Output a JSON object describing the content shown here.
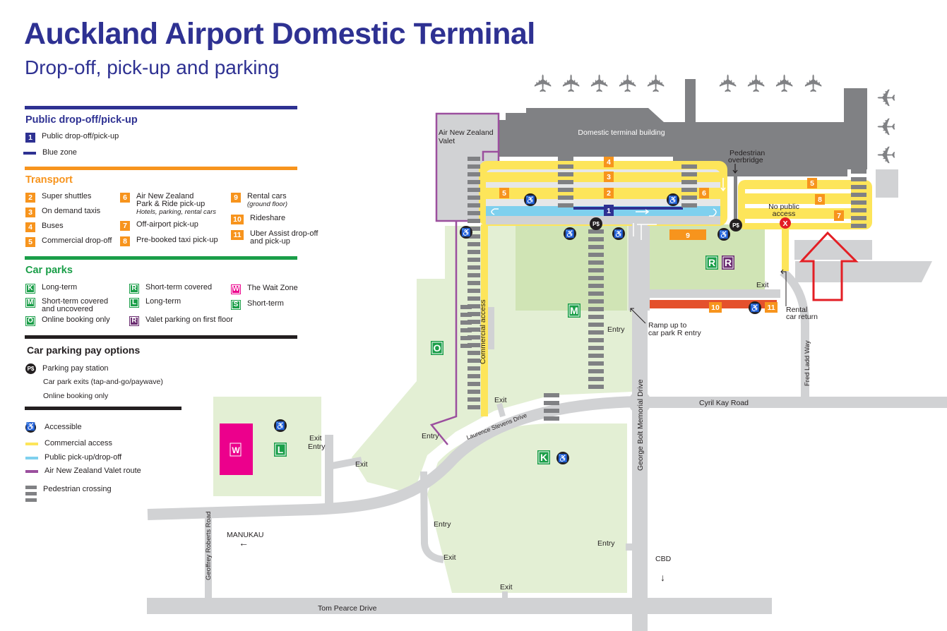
{
  "title": "Auckland Airport Domestic Terminal",
  "subtitle": "Drop-off, pick-up and parking",
  "colors": {
    "navy": "#2e3192",
    "orange": "#f7941d",
    "green": "#1a9e48",
    "commercial_yellow": "#fde55a",
    "public_blue": "#7fd0ee",
    "valet_purple": "#9b4f9e",
    "road_gray": "#d1d2d4",
    "building_gray": "#808184",
    "carpark_green": "#e3efd4",
    "wait_zone_magenta": "#ec008c",
    "highlight_red": "#e31e24",
    "rideshare_red": "#e4502c"
  },
  "legend": {
    "public": {
      "heading": "Public drop-off/pick-up",
      "items": [
        {
          "num": "1",
          "label": "Public drop-off/pick-up"
        },
        {
          "label": "Blue zone"
        }
      ]
    },
    "transport": {
      "heading": "Transport",
      "items": [
        {
          "num": "2",
          "label": "Super shuttles"
        },
        {
          "num": "3",
          "label": "On demand taxis"
        },
        {
          "num": "4",
          "label": "Buses"
        },
        {
          "num": "5",
          "label": "Commercial drop-off"
        },
        {
          "num": "6",
          "label": "Air New Zealand",
          "label2": "Park & Ride pick-up",
          "note": "Hotels, parking, rental cars"
        },
        {
          "num": "7",
          "label": "Off-airport pick-up"
        },
        {
          "num": "8",
          "label": "Pre-booked taxi pick-up"
        },
        {
          "num": "9",
          "label": "Rental cars",
          "note": "(ground floor)"
        },
        {
          "num": "10",
          "label": "Rideshare"
        },
        {
          "num": "11",
          "label": "Uber Assist drop-off",
          "label2": "and pick-up"
        }
      ]
    },
    "carparks": {
      "heading": "Car parks",
      "items": [
        {
          "code": "K",
          "label": "Long-term"
        },
        {
          "code": "M",
          "label": "Short-term covered",
          "label2": "and uncovered"
        },
        {
          "code": "O",
          "label": "Online booking only"
        },
        {
          "code": "R",
          "label": "Short-term covered"
        },
        {
          "code": "L",
          "label": "Long-term"
        },
        {
          "code": "R",
          "label": "Valet parking on first floor"
        },
        {
          "code": "W",
          "label": "The Wait Zone"
        },
        {
          "code": "S",
          "label": "Short-term"
        }
      ]
    },
    "pay": {
      "heading": "Car parking pay options",
      "items": [
        {
          "icon": "P$",
          "label": "Parking pay station"
        },
        {
          "label": "Car park exits (tap-and-go/paywave)"
        },
        {
          "label": "Online booking only"
        }
      ]
    },
    "symbols": [
      {
        "icon": "accessible-icon",
        "label": "Accessible"
      },
      {
        "icon": "yellow-line",
        "label": "Commercial access"
      },
      {
        "icon": "blue-line",
        "label": "Public pick-up/drop-off"
      },
      {
        "icon": "purple-line",
        "label": "Air New Zealand Valet route"
      },
      {
        "icon": "crossing-stripes",
        "label": "Pedestrian crossing"
      }
    ]
  },
  "map": {
    "terminal": "Domestic terminal building",
    "valet_line1": "Air New Zealand",
    "valet_line2": "Valet",
    "overbridge_line1": "Pedestrian",
    "overbridge_line2": "overbridge",
    "no_access_line1": "No public",
    "no_access_line2": "access",
    "no_access_icon": "X",
    "rental_line1": "Rental",
    "rental_line2": "car return",
    "ramp_line1": "Ramp up to",
    "ramp_line2": "car park R entry",
    "commercial_access": "Commercial access",
    "exit": "Exit",
    "entry": "Entry",
    "pay_icon": "P$",
    "roads": {
      "cyril_kay": "Cyril Kay Road",
      "george_bolt": "George Bolt Memorial Drive",
      "fred_ladd": "Fred Ladd Way",
      "laurence_stevens": "Laurence Stevens Drive",
      "tom_pearce": "Tom Pearce Drive",
      "geoffrey_roberts": "Geoffrey Roberts Road"
    },
    "directions": {
      "manukau": "MANUKAU",
      "manukau_arrow": "←",
      "cbd": "CBD",
      "cbd_arrow": "↓"
    }
  }
}
